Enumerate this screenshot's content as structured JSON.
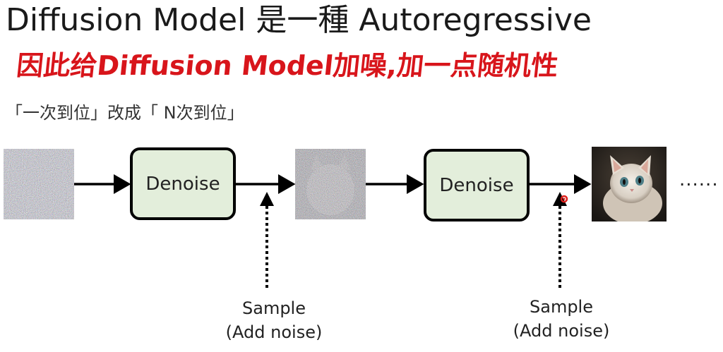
{
  "slide": {
    "title": "Diffusion Model 是一種 Autoregressive",
    "annotation": "因此给Diffusion Model加噪,加一点随机性",
    "subtitle": "「一次到位」改成「 N次到位」"
  },
  "diagram": {
    "denoise_1": "Denoise",
    "denoise_2": "Denoise",
    "sample_1_line1": "Sample",
    "sample_1_line2": "(Add noise)",
    "sample_2_line1": "Sample",
    "sample_2_line2": "(Add noise)",
    "continuation": "......"
  },
  "colors": {
    "annotation": "#d8151b",
    "denoise_fill": "#e3eedb",
    "laser_pointer": "#e0201c"
  }
}
